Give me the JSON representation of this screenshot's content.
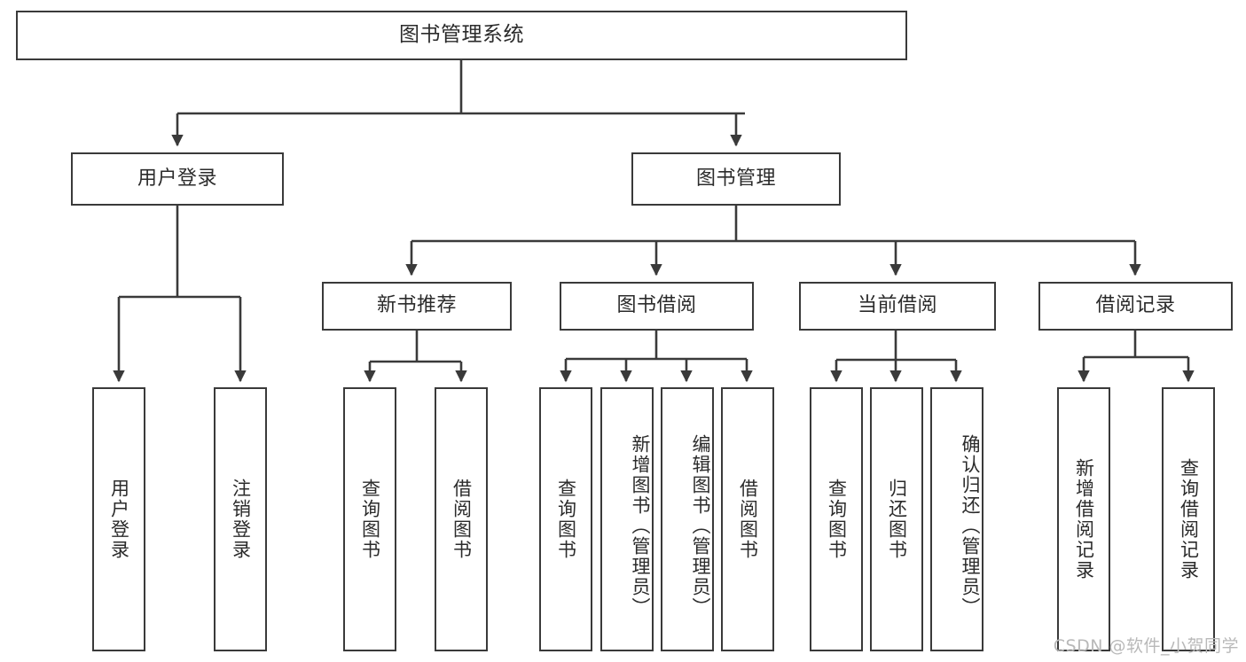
{
  "diagram": {
    "title": "图书管理系统",
    "type": "tree",
    "watermark": "CSDN @软件_小贺同学",
    "stroke_color": "#3a3a3a",
    "fill_color": "#ffffff",
    "text_color": "#2b2b2b",
    "watermark_color": "#b9b9b9"
  },
  "root": {
    "label": "图书管理系统"
  },
  "level2": [
    {
      "label": "用户登录"
    },
    {
      "label": "图书管理"
    }
  ],
  "level3": [
    {
      "label": "新书推荐"
    },
    {
      "label": "图书借阅"
    },
    {
      "label": "当前借阅"
    },
    {
      "label": "借阅记录"
    }
  ],
  "leaves": {
    "user_login": [
      {
        "label": "用户登录"
      },
      {
        "label": "注销登录"
      }
    ],
    "new_book_recommend": [
      {
        "label": "查询图书"
      },
      {
        "label": "借阅图书"
      }
    ],
    "book_borrow": [
      {
        "label": "查询图书"
      },
      {
        "label": "新增图书（管理员）"
      },
      {
        "label": "编辑图书（管理员）"
      },
      {
        "label": "借阅图书"
      }
    ],
    "current_borrow": [
      {
        "label": "查询图书"
      },
      {
        "label": "归还图书"
      },
      {
        "label": "确认归还（管理员）"
      }
    ],
    "borrow_record": [
      {
        "label": "新增借阅记录"
      },
      {
        "label": "查询借阅记录"
      }
    ]
  }
}
